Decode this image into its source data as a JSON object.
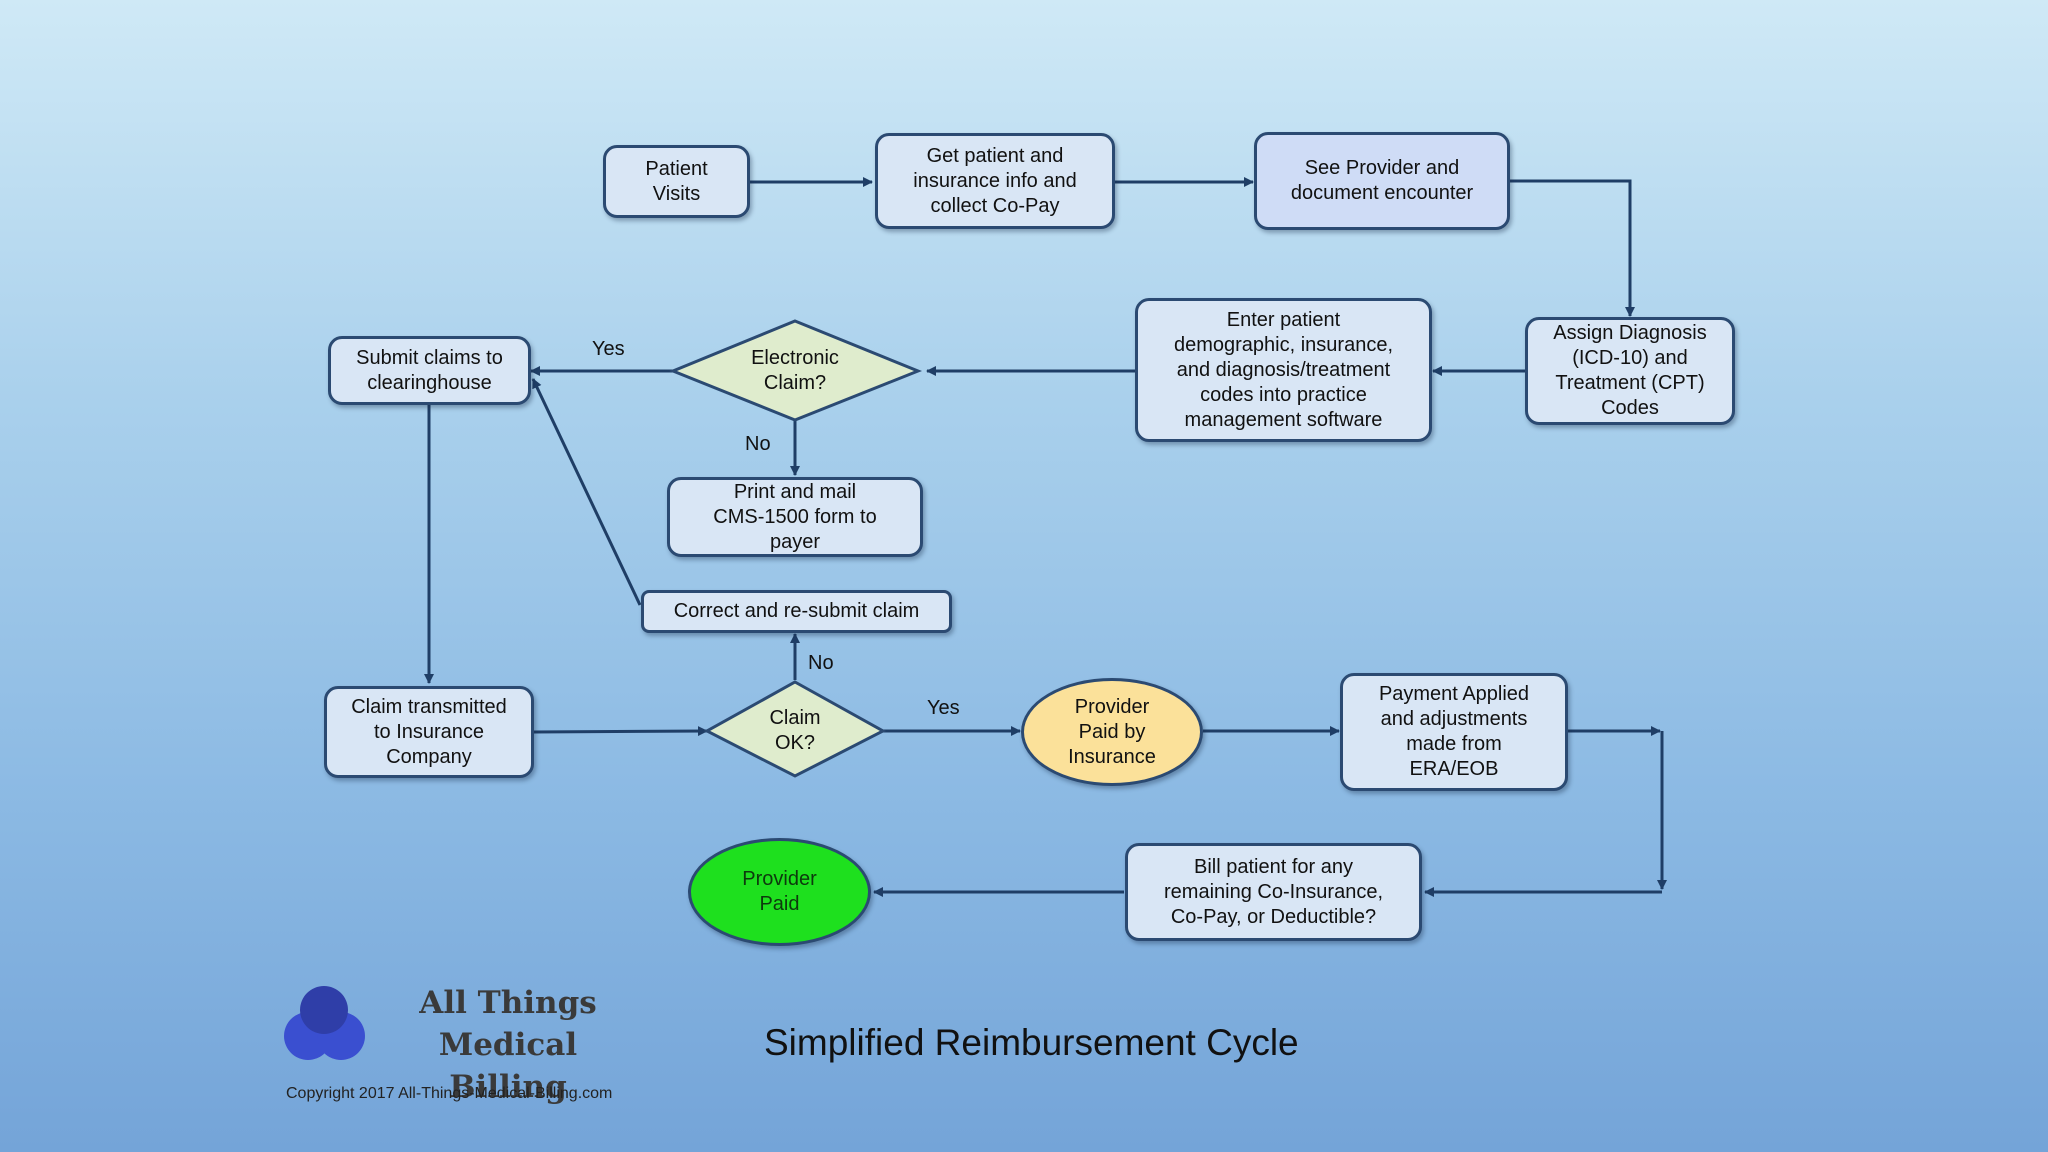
{
  "nodes": {
    "patient_visits": "Patient\nVisits",
    "get_info": "Get patient and\ninsurance info and\ncollect Co-Pay",
    "see_provider": "See Provider and\ndocument encounter",
    "assign_codes": "Assign Diagnosis\n(ICD-10) and\nTreatment (CPT)\nCodes",
    "enter_data": "Enter patient\ndemographic, insurance,\nand diagnosis/treatment\ncodes into practice\nmanagement software",
    "electronic_claim": "Electronic\nClaim?",
    "submit_claims": "Submit claims to\nclearinghouse",
    "print_mail": "Print and mail\nCMS-1500 form to\npayer",
    "correct_resubmit": "Correct and re-submit claim",
    "claim_transmitted": "Claim transmitted\nto Insurance\nCompany",
    "claim_ok": "Claim\nOK?",
    "provider_paid_by_insurance": "Provider\nPaid by\nInsurance",
    "payment_applied": "Payment Applied\nand adjustments\nmade from\nERA/EOB",
    "bill_patient": "Bill patient for any\nremaining Co-Insurance,\nCo-Pay, or Deductible?",
    "provider_paid": "Provider\nPaid"
  },
  "edge_labels": {
    "electronic_yes": "Yes",
    "electronic_no": "No",
    "claim_ok_no": "No",
    "claim_ok_yes": "Yes"
  },
  "footer": {
    "logo_line1": "All Things",
    "logo_line2": "Medical Billing",
    "copyright": "Copyright 2017 All-Things-Medical-Billing.com",
    "title": "Simplified Reimbursement Cycle"
  },
  "colors": {
    "box_fill": "#d9e6f5",
    "box_border": "#2b4a72",
    "diamond_fill": "#dfeccd",
    "insurance_oval": "#fbe19a",
    "paid_oval": "#1ee01e",
    "arrow": "#1f3e66"
  }
}
